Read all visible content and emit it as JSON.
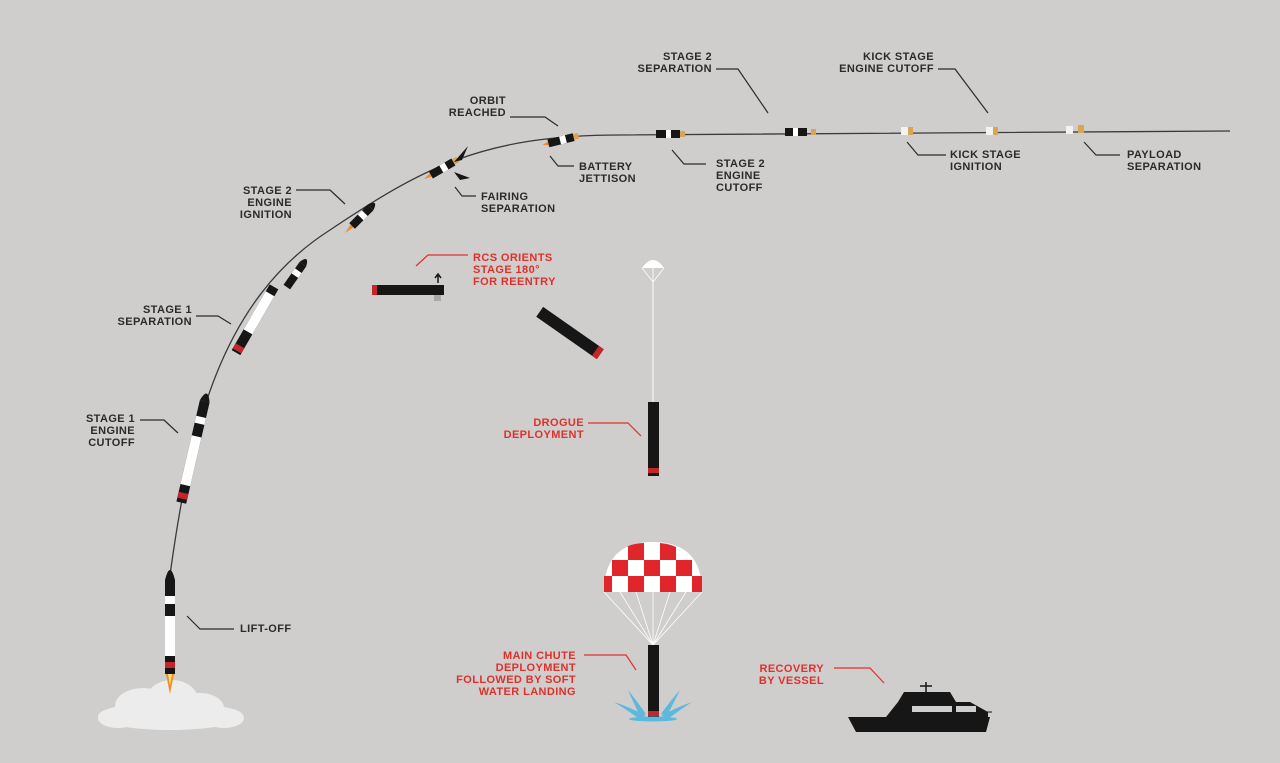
{
  "colors": {
    "background": "#cfcecd",
    "label_dark": "#2b2b2b",
    "label_red": "#e0302b",
    "rocket_black": "#161616",
    "rocket_white": "#ffffff",
    "stage_band_red": "#c4262b",
    "kick_stage_gold": "#d6a656",
    "parachute_red": "#e0262b",
    "splash_blue": "#5cb8dd"
  },
  "labels": {
    "lift_off": [
      "LIFT-OFF"
    ],
    "stage1_engine_cutoff": [
      "STAGE 1",
      "ENGINE",
      "CUTOFF"
    ],
    "stage1_separation": [
      "STAGE 1",
      "SEPARATION"
    ],
    "stage2_engine_ignition": [
      "STAGE 2",
      "ENGINE",
      "IGNITION"
    ],
    "fairing_separation": [
      "FAIRING",
      "SEPARATION"
    ],
    "orbit_reached": [
      "ORBIT",
      "REACHED"
    ],
    "battery_jettison": [
      "BATTERY",
      "JETTISON"
    ],
    "stage2_separation": [
      "STAGE 2",
      "SEPARATION"
    ],
    "stage2_engine_cutoff": [
      "STAGE 2",
      "ENGINE",
      "CUTOFF"
    ],
    "kick_stage_engine_cutoff": [
      "KICK STAGE",
      "ENGINE CUTOFF"
    ],
    "kick_stage_ignition": [
      "KICK STAGE",
      "IGNITION"
    ],
    "payload_separation": [
      "PAYLOAD",
      "SEPARATION"
    ],
    "rcs_orients": [
      "RCS ORIENTS",
      "STAGE 180°",
      "FOR REENTRY"
    ],
    "drogue_deployment": [
      "DROGUE",
      "DEPLOYMENT"
    ],
    "main_chute": [
      "MAIN CHUTE",
      "DEPLOYMENT",
      "FOLLOWED BY SOFT",
      "WATER LANDING"
    ],
    "recovery_by_vessel": [
      "RECOVERY",
      "BY VESSEL"
    ]
  }
}
